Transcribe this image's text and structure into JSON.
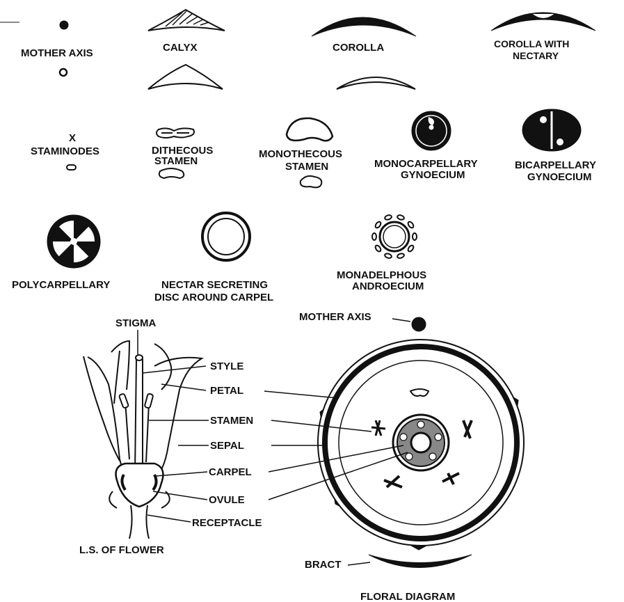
{
  "symbols": {
    "mother_axis": "MOTHER  AXIS",
    "calyx": "CALYX",
    "corolla": "COROLLA",
    "corolla_nectary_l1": "COROLLA WITH",
    "corolla_nectary_l2": "NECTARY",
    "staminodes": "STAMINODES",
    "dithecous_l1": "DITHECOUS",
    "dithecous_l2": "STAMEN",
    "monothecous_l1": "MONOTHECOUS",
    "monothecous_l2": "STAMEN",
    "monocarpellary_l1": "MONOCARPELLARY",
    "monocarpellary_l2": "GYNOECIUM",
    "bicarpellary_l1": "BICARPELLARY",
    "bicarpellary_l2": "GYNOECIUM",
    "polycarpellary": "POLYCARPELLARY",
    "nectar_disc_l1": "NECTAR SECRETING",
    "nectar_disc_l2": "DISC AROUND CARPEL",
    "monadelphous_l1": "MONADELPHOUS",
    "monadelphous_l2": "ANDROECIUM",
    "x_mark": "X"
  },
  "flower_ls": {
    "caption": "L.S. OF FLOWER",
    "labels": {
      "stigma": "STIGMA",
      "style": "STYLE",
      "petal": "PETAL",
      "stamen": "STAMEN",
      "sepal": "SEPAL",
      "carpel": "CARPEL",
      "ovule": "OVULE",
      "receptacle": "RECEPTACLE"
    }
  },
  "floral_diagram": {
    "caption": "FLORAL  DIAGRAM",
    "mother_axis": "MOTHER AXIS",
    "bract": "BRACT"
  }
}
